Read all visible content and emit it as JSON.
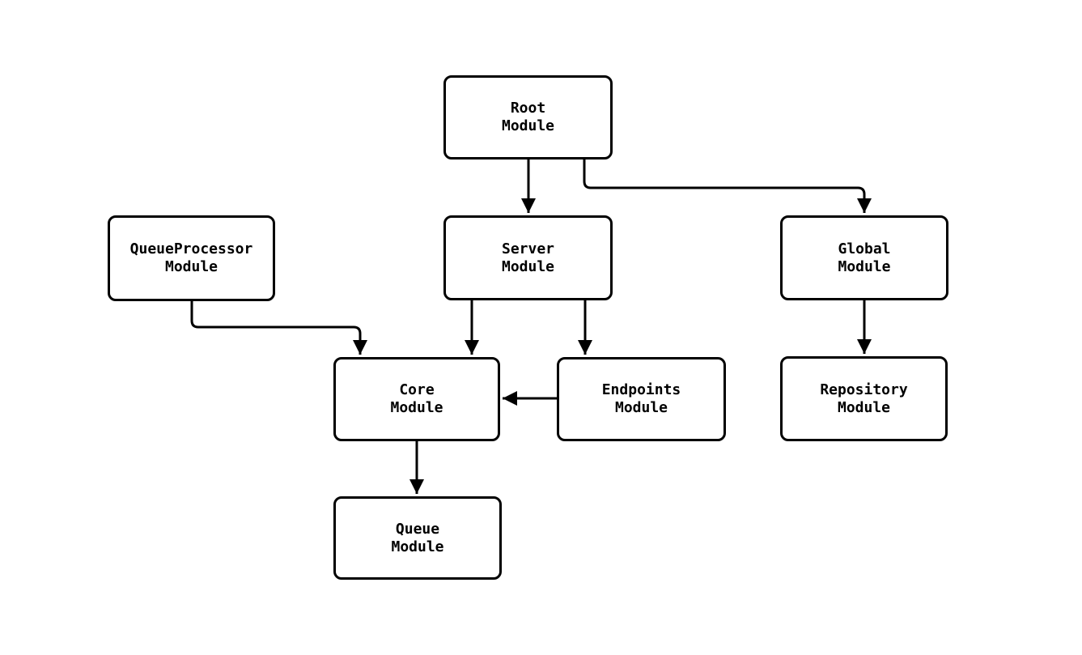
{
  "diagram": {
    "type": "module-dependency-graph",
    "colors": {
      "background": "#ffffff",
      "node_fill": "#ffffff",
      "node_border": "#000000",
      "edge_stroke": "#000000",
      "text": "#000000"
    },
    "nodes": {
      "root": {
        "line1": "Root",
        "line2": "Module"
      },
      "queueprocessor": {
        "line1": "QueueProcessor",
        "line2": "Module"
      },
      "server": {
        "line1": "Server",
        "line2": "Module"
      },
      "global": {
        "line1": "Global",
        "line2": "Module"
      },
      "core": {
        "line1": "Core",
        "line2": "Module"
      },
      "endpoints": {
        "line1": "Endpoints",
        "line2": "Module"
      },
      "repository": {
        "line1": "Repository",
        "line2": "Module"
      },
      "queue": {
        "line1": "Queue",
        "line2": "Module"
      }
    },
    "edges": [
      {
        "from": "Root Module",
        "to": "Server Module"
      },
      {
        "from": "Root Module",
        "to": "Global Module"
      },
      {
        "from": "QueueProcessor Module",
        "to": "Core Module"
      },
      {
        "from": "Server Module",
        "to": "Core Module"
      },
      {
        "from": "Server Module",
        "to": "Endpoints Module"
      },
      {
        "from": "Endpoints Module",
        "to": "Core Module"
      },
      {
        "from": "Global Module",
        "to": "Repository Module"
      },
      {
        "from": "Core Module",
        "to": "Queue Module"
      }
    ]
  }
}
